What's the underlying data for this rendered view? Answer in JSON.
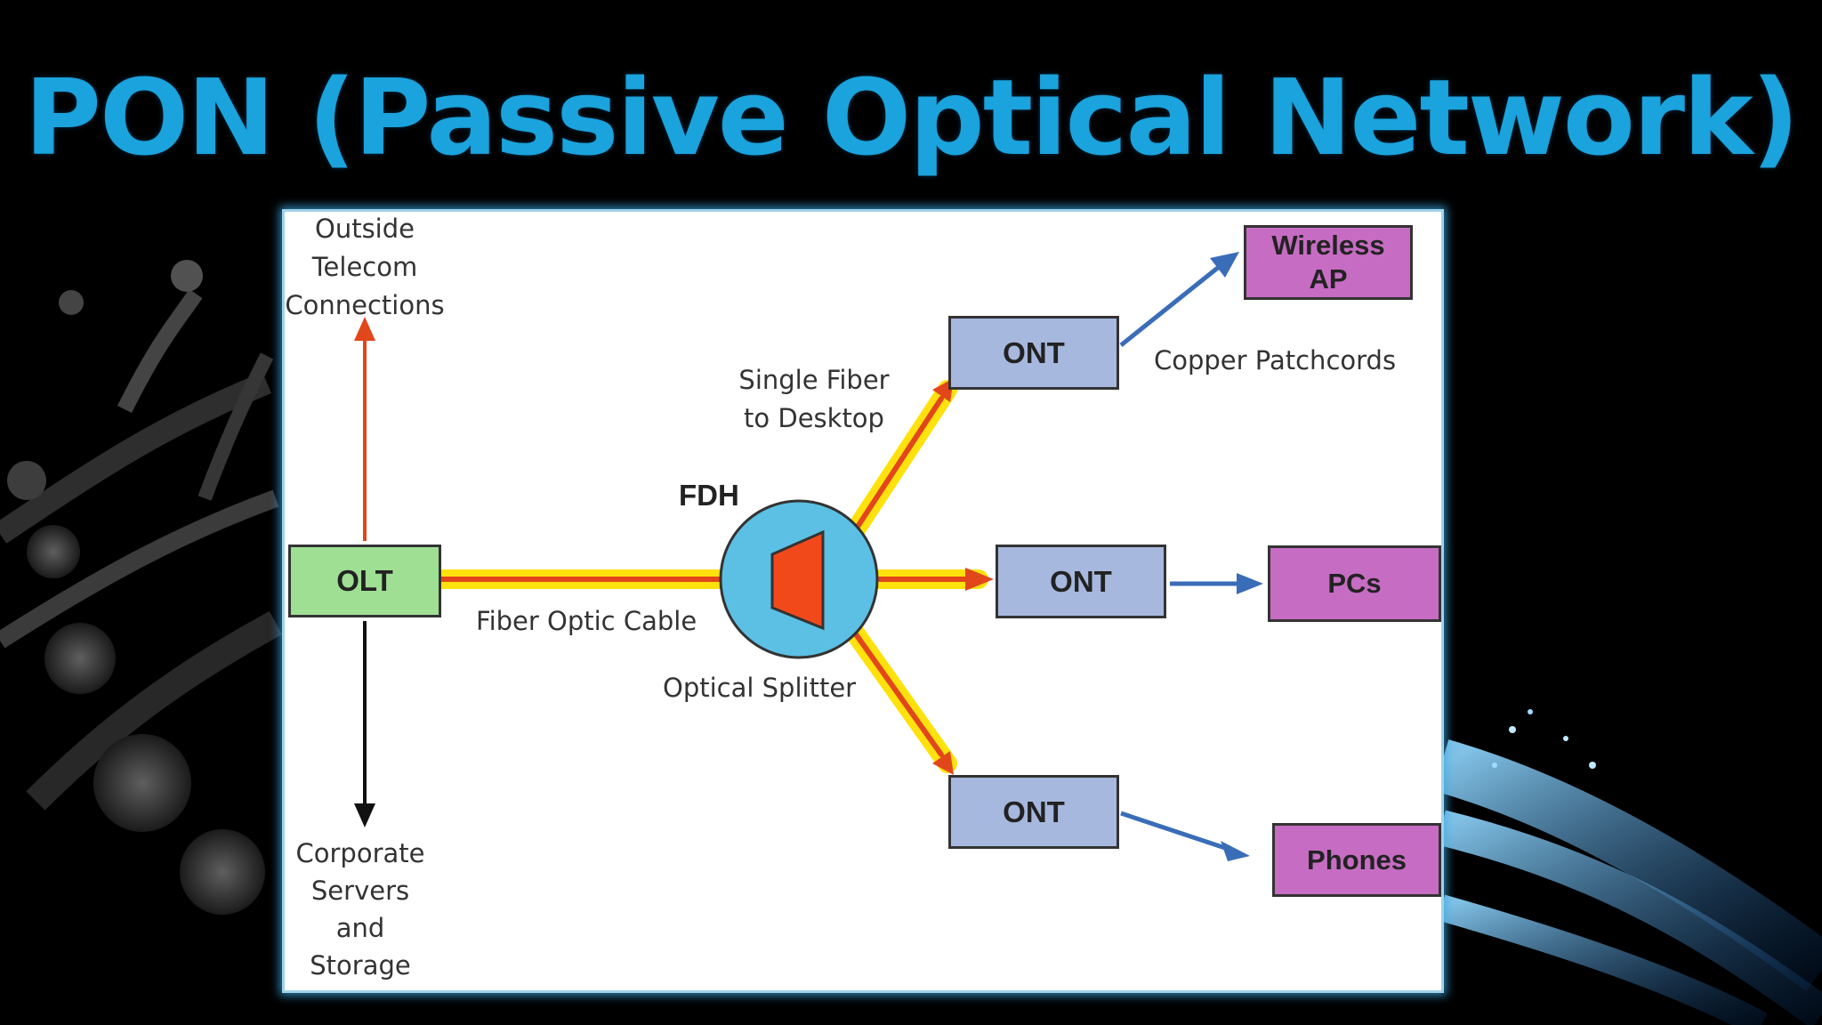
{
  "slide": {
    "title": "PON (Passive Optical Network)"
  },
  "diagram": {
    "outside_telecom": [
      "Outside",
      "Telecom",
      "Connections"
    ],
    "corporate": [
      "Corporate",
      "Servers",
      "and",
      "Storage"
    ],
    "olt": "OLT",
    "fiber_optic_cable": "Fiber Optic Cable",
    "fdh": "FDH",
    "optical_splitter": "Optical Splitter",
    "single_fiber": [
      "Single Fiber",
      "to Desktop"
    ],
    "ont_label": "ONT",
    "copper_patchcords": "Copper Patchcords",
    "wireless_ap": [
      "Wireless",
      "AP"
    ],
    "pcs": "PCs",
    "phones": "Phones"
  },
  "colors": {
    "title": "#1aa3dc",
    "olt_fill": "#9fdf94",
    "ont_fill": "#a6b8de",
    "device_fill": "#c76cc3",
    "fiber_glow": "#ffe000",
    "fiber_core": "#e2461b",
    "splitter_circle": "#5bc0e4",
    "copper_arrow": "#3a6db8"
  }
}
